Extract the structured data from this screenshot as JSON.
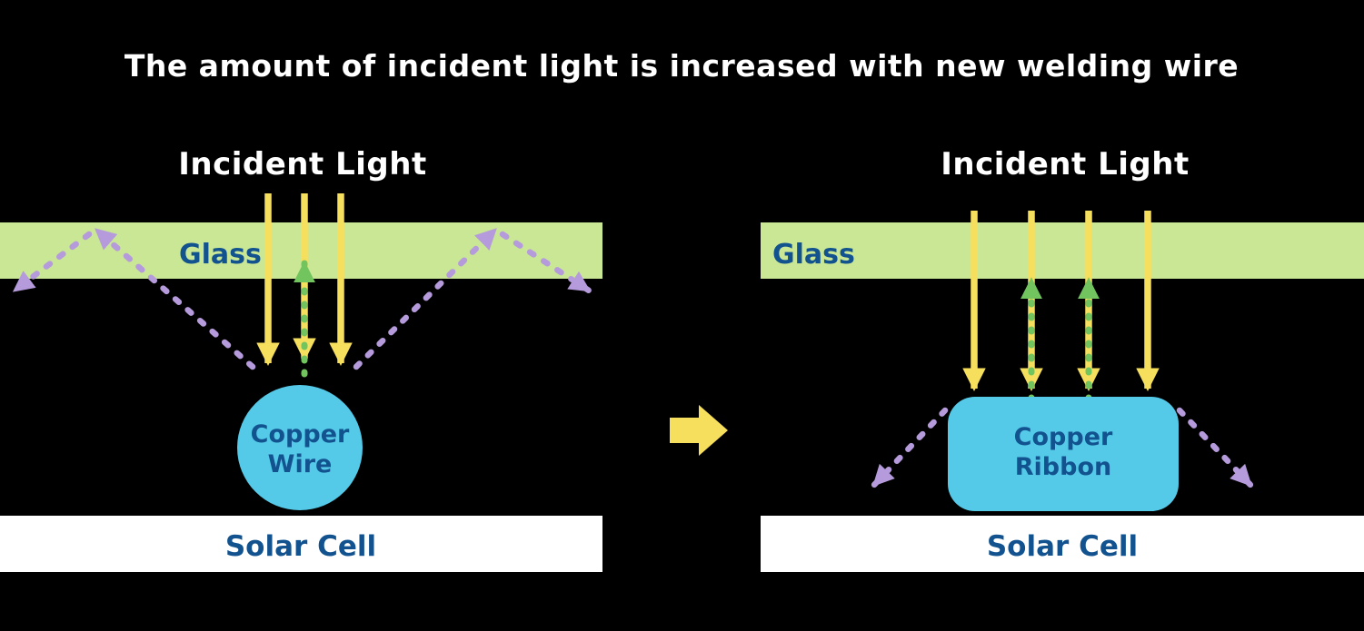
{
  "title": "The amount of incident light is increased with new welding wire",
  "left": {
    "incident_light": "Incident Light",
    "glass": "Glass",
    "copper_line1": "Copper",
    "copper_line2": "Wire",
    "solar_cell": "Solar Cell"
  },
  "right": {
    "incident_light": "Incident Light",
    "glass": "Glass",
    "copper_line1": "Copper",
    "copper_line2": "Ribbon",
    "solar_cell": "Solar Cell"
  },
  "colors": {
    "background": "#000000",
    "title_text": "#FFFFFF",
    "incident_ray_yellow": "#F7DF5E",
    "glass_green": "#C9E795",
    "reflected_ray_purple": "#B59BDB",
    "returned_ray_green": "#72C45E",
    "copper_cyan": "#54CAE8",
    "label_blue": "#12538F",
    "solar_cell_white": "#FFFFFF"
  }
}
